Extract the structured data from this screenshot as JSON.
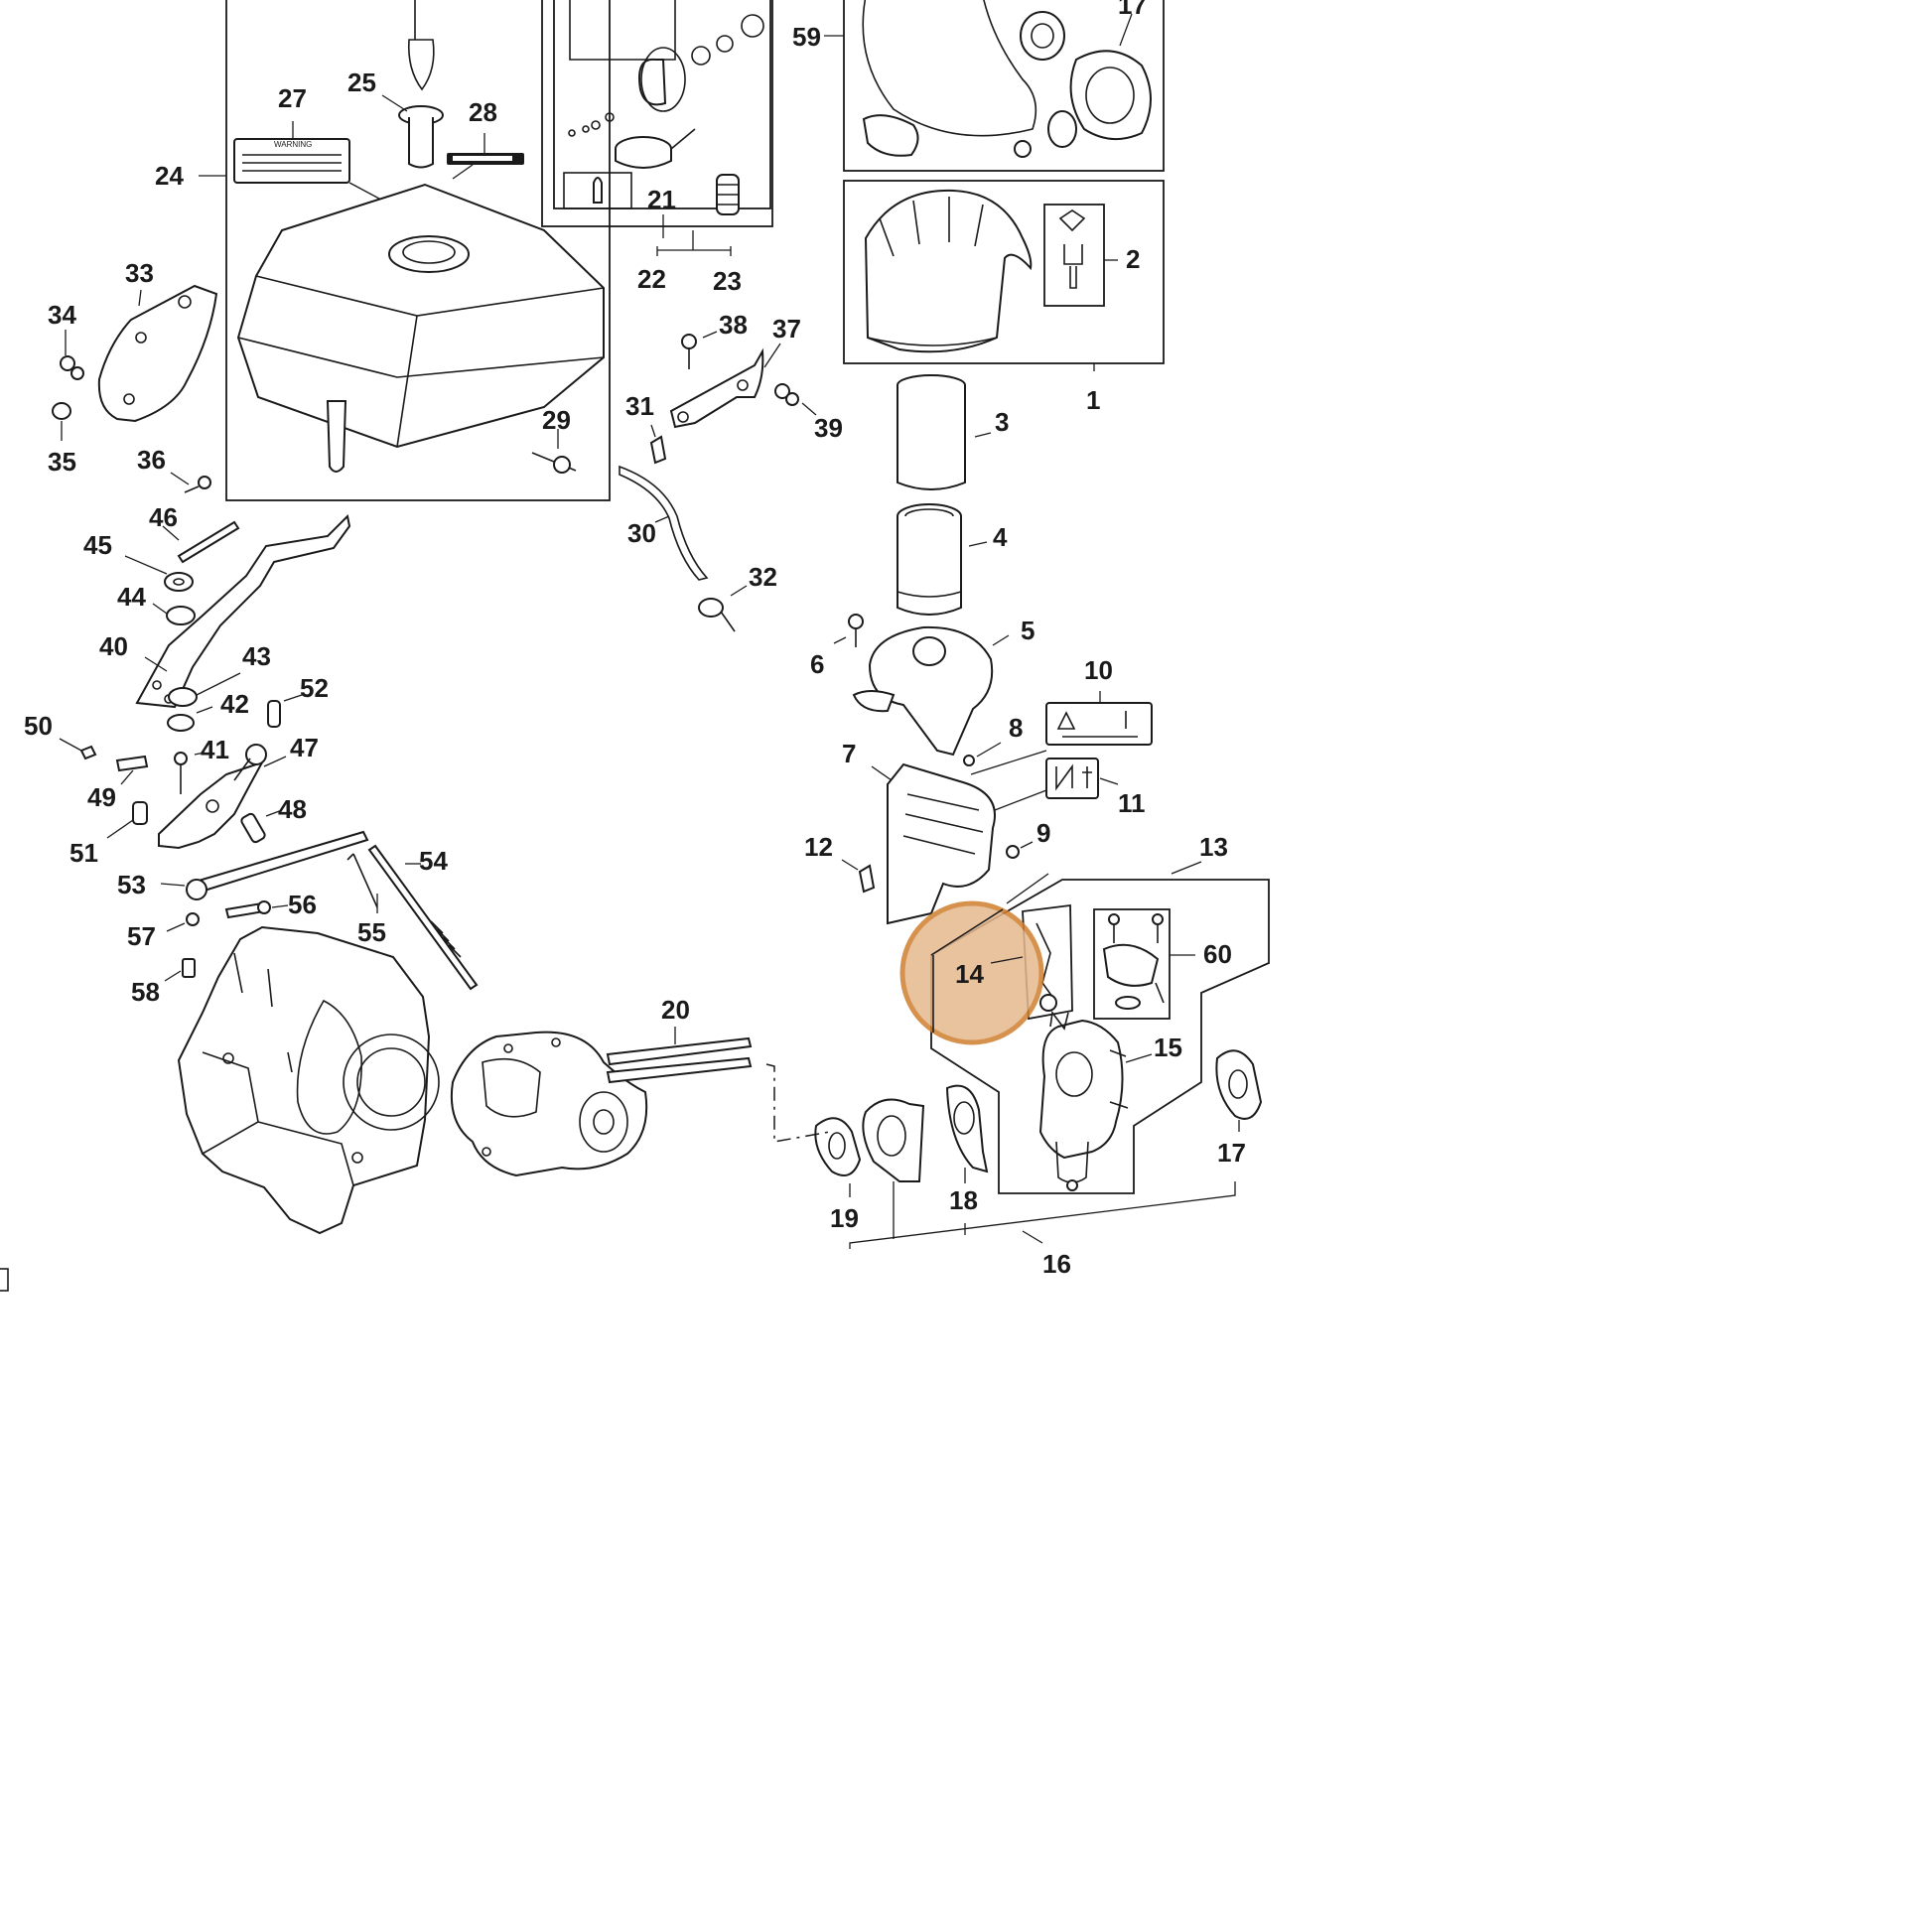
{
  "diagram": {
    "highlight": {
      "part": "14",
      "fill": "#e6b88e",
      "stroke": "#d07f2e"
    },
    "callouts": [
      "1",
      "2",
      "3",
      "4",
      "5",
      "6",
      "7",
      "8",
      "9",
      "10",
      "11",
      "12",
      "13",
      "14",
      "15",
      "16",
      "17",
      "18",
      "19",
      "20",
      "21",
      "22",
      "23",
      "24",
      "25",
      "27",
      "28",
      "29",
      "30",
      "31",
      "32",
      "33",
      "34",
      "35",
      "36",
      "37",
      "38",
      "39",
      "40",
      "41",
      "42",
      "43",
      "44",
      "45",
      "46",
      "47",
      "48",
      "49",
      "50",
      "51",
      "52",
      "53",
      "54",
      "55",
      "56",
      "57",
      "58",
      "59",
      "60"
    ],
    "decal_text": {
      "warning": "WARNING"
    }
  }
}
